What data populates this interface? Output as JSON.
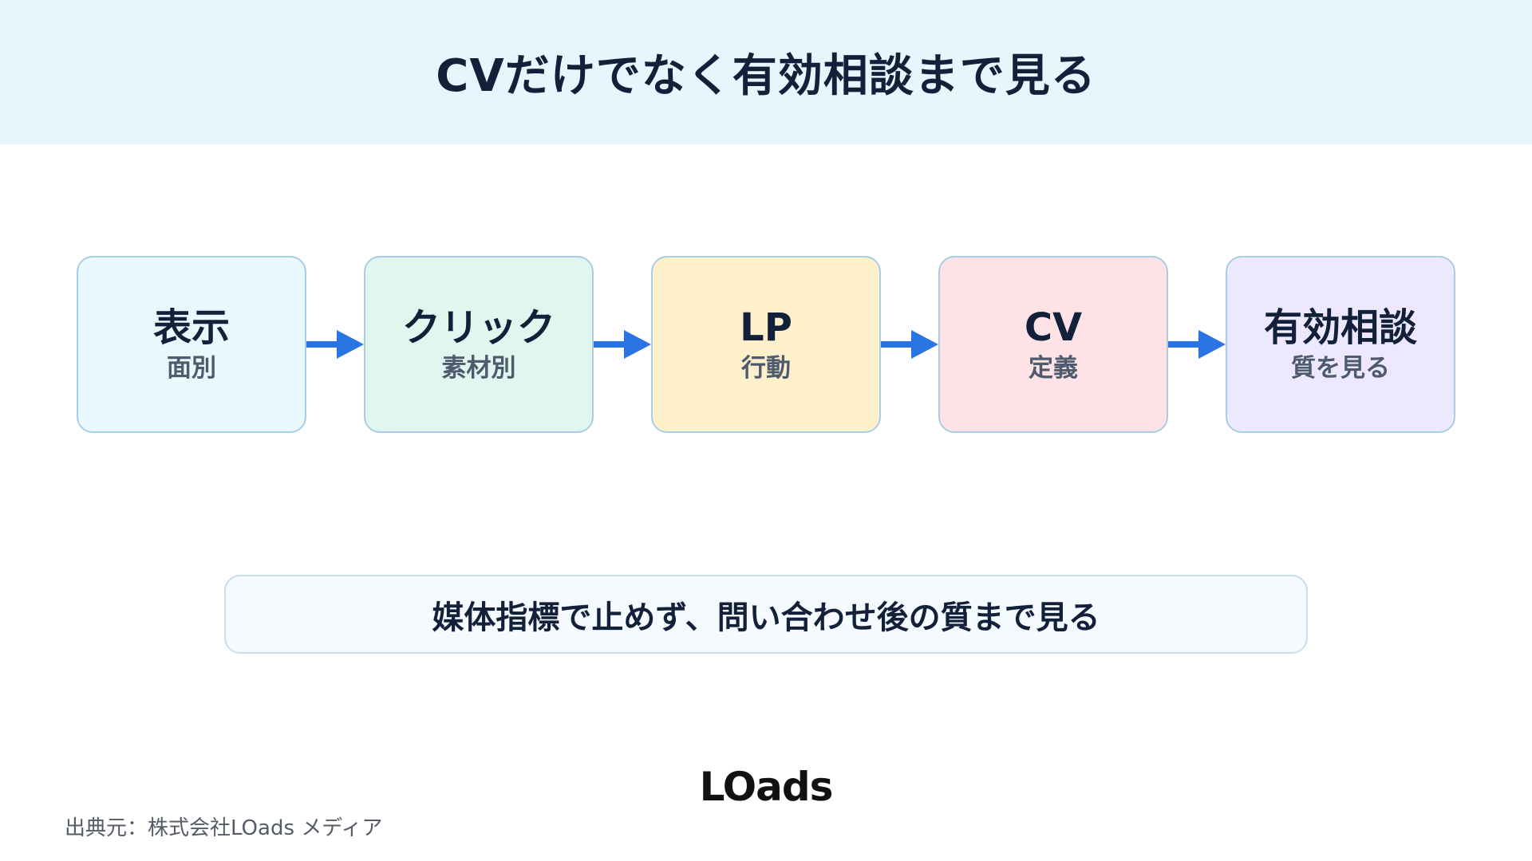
{
  "header": {
    "title": "CVだけでなく有効相談まで見る"
  },
  "steps": [
    {
      "title": "表示",
      "sub": "面別",
      "color": "#e8f8fd"
    },
    {
      "title": "クリック",
      "sub": "素材別",
      "color": "#e0f6ee"
    },
    {
      "title": "LP",
      "sub": "行動",
      "color": "#fef0cb"
    },
    {
      "title": "CV",
      "sub": "定義",
      "color": "#fee3e6"
    },
    {
      "title": "有効相談",
      "sub": "質を見る",
      "color": "#ede8fd"
    }
  ],
  "arrow_color": "#2a73e3",
  "callout": {
    "text": "媒体指標で止めず、問い合わせ後の質まで見る"
  },
  "logo": {
    "text": "LOads"
  },
  "source": {
    "text": "出典元：株式会社LOads メディア"
  }
}
